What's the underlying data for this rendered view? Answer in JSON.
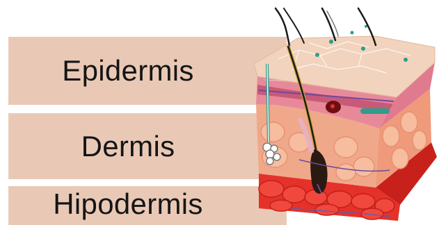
{
  "layers": [
    {
      "label": "Epidermis"
    },
    {
      "label": "Dermis"
    },
    {
      "label": "Hipodermis"
    }
  ],
  "colors": {
    "band": "#e9c9b6",
    "epidermis_top": "#f2d3bd",
    "dermis": "#f0a88a",
    "hypodermis": "#e4322a",
    "hair": "#1a1a1a",
    "pore_dots": "#2f9c8c"
  },
  "illustration": {
    "name": "skin cross-section",
    "icons": [
      "hair-strand-icon",
      "hair-follicle-icon",
      "sweat-gland-icon",
      "blood-vessel-icon",
      "fat-cell-icon"
    ]
  }
}
